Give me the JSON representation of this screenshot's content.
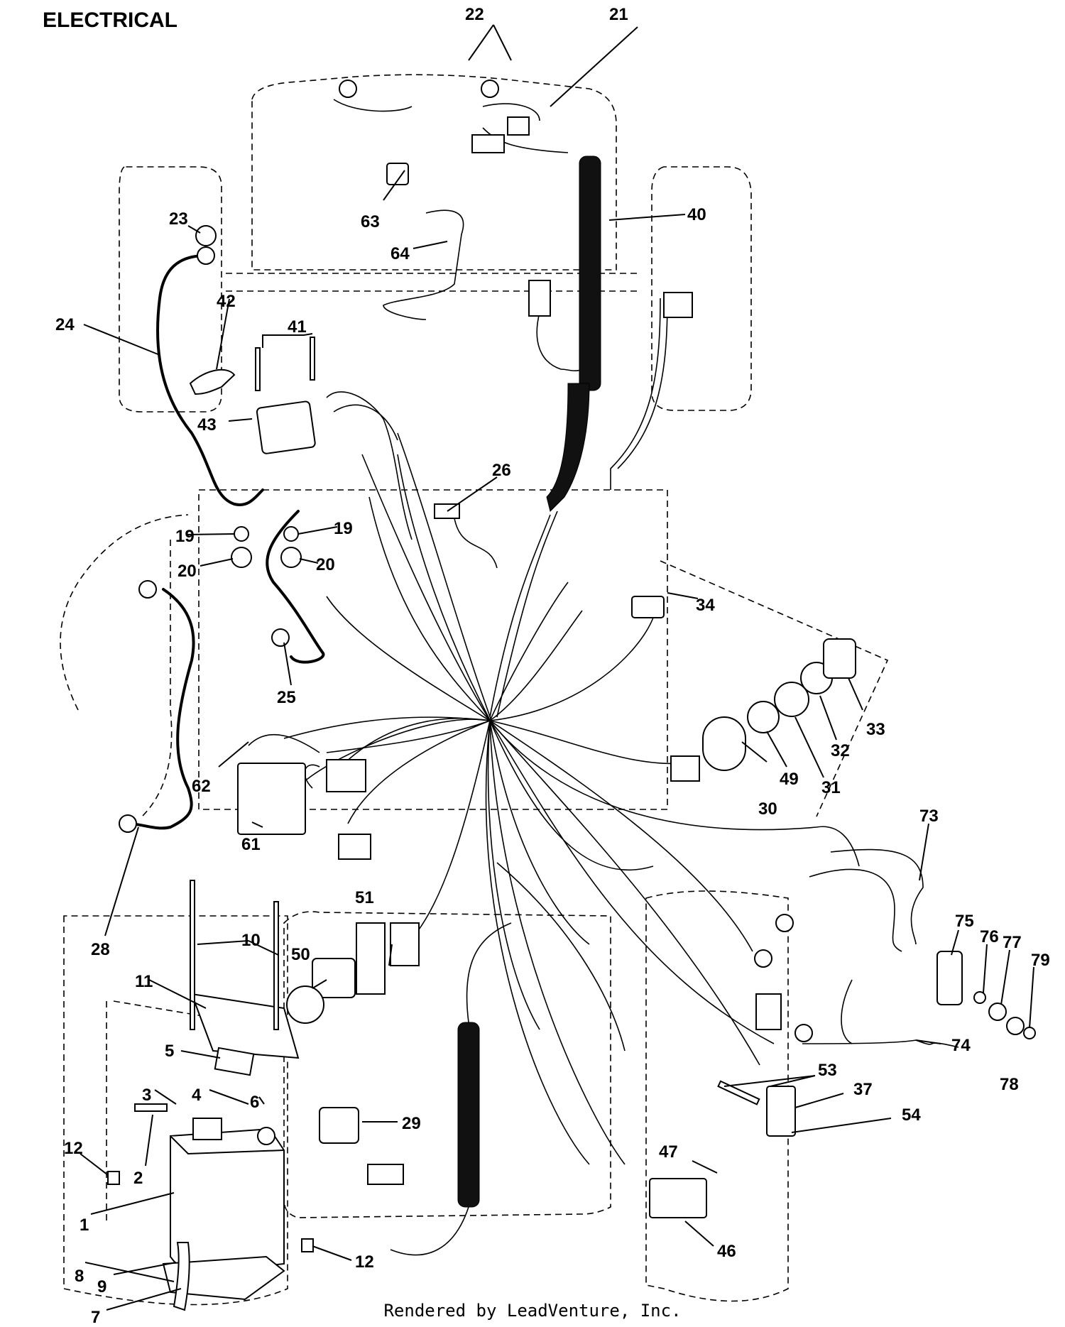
{
  "title": "ELECTRICAL",
  "footer": "Rendered by LeadVenture, Inc.",
  "callouts": {
    "c1": "1",
    "c2": "2",
    "c3": "3",
    "c4": "4",
    "c5": "5",
    "c6": "6",
    "c7": "7",
    "c8": "8",
    "c9": "9",
    "c10": "10",
    "c11": "11",
    "c12a": "12",
    "c12b": "12",
    "c19a": "19",
    "c19b": "19",
    "c20a": "20",
    "c20b": "20",
    "c21": "21",
    "c22": "22",
    "c23": "23",
    "c24": "24",
    "c25": "25",
    "c26": "26",
    "c28": "28",
    "c29": "29",
    "c30": "30",
    "c31": "31",
    "c32": "32",
    "c33": "33",
    "c34": "34",
    "c37": "37",
    "c40": "40",
    "c41": "41",
    "c42": "42",
    "c43": "43",
    "c46": "46",
    "c47": "47",
    "c49": "49",
    "c50": "50",
    "c51": "51",
    "c53": "53",
    "c54": "54",
    "c61": "61",
    "c62": "62",
    "c63": "63",
    "c64": "64",
    "c73": "73",
    "c74": "74",
    "c75": "75",
    "c76": "76",
    "c77": "77",
    "c78": "78",
    "c79": "79"
  }
}
